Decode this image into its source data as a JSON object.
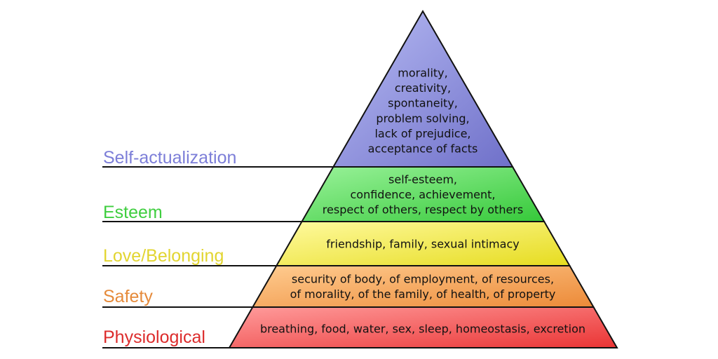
{
  "levels": [
    {
      "label": "Self-actualization",
      "label_color": "#7c7ed8",
      "gradient": [
        "#6f70c9",
        "#b8bcf4"
      ],
      "lines": [
        "morality,",
        "creativity,",
        "spontaneity,",
        "problem solving,",
        "lack of prejudice,",
        "acceptance of facts"
      ]
    },
    {
      "label": "Esteem",
      "label_color": "#3fce3f",
      "gradient": [
        "#36c93a",
        "#9af29a"
      ],
      "lines": [
        "self-esteem,",
        "confidence, achievement,",
        "respect of others, respect by others"
      ]
    },
    {
      "label": "Love/Belonging",
      "label_color": "#e2d531",
      "gradient": [
        "#e6dc1f",
        "#fffaa0"
      ],
      "lines": [
        "friendship, family, sexual intimacy"
      ]
    },
    {
      "label": "Safety",
      "label_color": "#e58a3a",
      "gradient": [
        "#ec8a38",
        "#ffcc90"
      ],
      "lines": [
        "security of body, of employment, of resources,",
        "of morality, of the family, of health, of property"
      ]
    },
    {
      "label": "Physiological",
      "label_color": "#dc2c2c",
      "gradient": [
        "#ea3434",
        "#ff9c9c"
      ],
      "lines": [
        "breathing, food, water, sex, sleep, homeostasis, excretion"
      ]
    }
  ]
}
